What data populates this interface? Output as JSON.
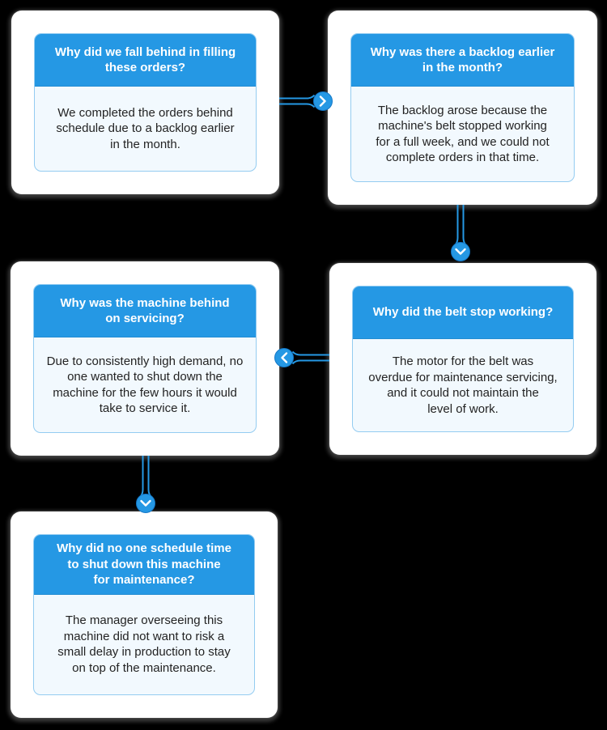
{
  "diagram_type": "five-whys-flowchart",
  "colors": {
    "background": "#000000",
    "card_background": "#ffffff",
    "header_fill": "#2598e4",
    "header_text": "#ffffff",
    "body_fill": "#f2f9fe",
    "body_text": "#232323",
    "inner_border": "#94ccf1",
    "connector": "#2598e4",
    "chevron": "#ffffff"
  },
  "cards": [
    {
      "question": "Why did we fall behind in filling\nthese orders?",
      "answer": "We completed the orders behind\nschedule due to a backlog earlier\nin the month."
    },
    {
      "question": "Why was there a backlog earlier\nin the month?",
      "answer": "The backlog arose because the\nmachine's belt stopped working\nfor a full week, and we could not\ncomplete orders in that time."
    },
    {
      "question": "Why was the machine behind\non servicing?",
      "answer": "Due to consistently high demand, no\none wanted to shut down the\nmachine for the few hours it would\ntake to service it."
    },
    {
      "question": "Why did the belt stop working?",
      "answer": "The motor for the belt was\noverdue for maintenance servicing,\nand it could not maintain the\nlevel of work."
    },
    {
      "question": "Why did no one schedule time\nto shut down this machine\nfor maintenance?",
      "answer": "The manager overseeing this\nmachine did not want to risk a\nsmall delay in production to stay\non top of the maintenance."
    }
  ],
  "connectors": [
    {
      "from": 1,
      "to": 2,
      "direction": "right",
      "icon": "chevron-right"
    },
    {
      "from": 2,
      "to": 4,
      "direction": "down",
      "icon": "chevron-down"
    },
    {
      "from": 4,
      "to": 3,
      "direction": "left",
      "icon": "chevron-left"
    },
    {
      "from": 3,
      "to": 5,
      "direction": "down",
      "icon": "chevron-down"
    }
  ]
}
